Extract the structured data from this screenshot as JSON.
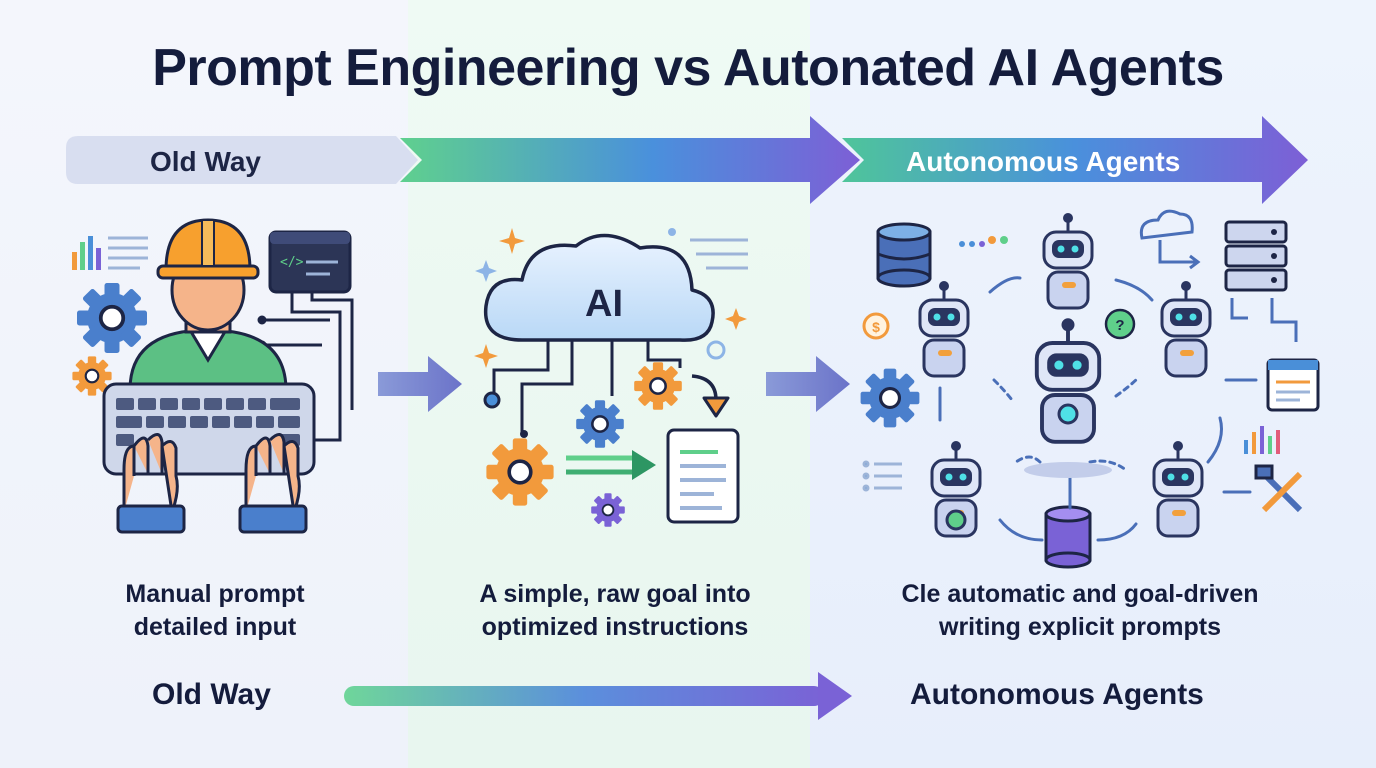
{
  "title": "Prompt Engineering vs Autonated AI Agents",
  "top_band": {
    "left_label": "Old Way",
    "right_label": "Autonomous Agents"
  },
  "middle_icon_label": "AI",
  "captions": {
    "left": [
      "Manual prompt",
      "detailed input"
    ],
    "middle": [
      "A simple, raw goal into",
      "optimized instructions"
    ],
    "right": [
      "Cle automatic and goal-driven",
      "writing explicit prompts"
    ]
  },
  "bottom_band": {
    "left_label": "Old Way",
    "right_label": "Autonomous Agents"
  },
  "colors": {
    "navy": "#141c3c",
    "green": "#5fcf8a",
    "blue": "#4a8fd8",
    "purple": "#7a62d6",
    "orange": "#f39a3a"
  }
}
